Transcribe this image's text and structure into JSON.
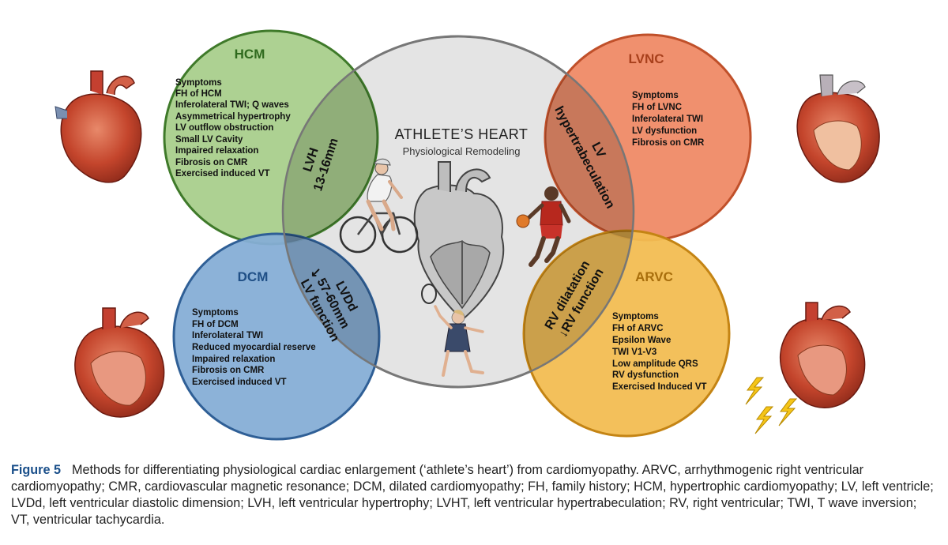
{
  "diagram": {
    "center": {
      "title": "ATHLETE’S HEART",
      "subtitle": "Physiological Remodeling"
    },
    "hcm": {
      "title": "HCM",
      "items": [
        "Symptoms",
        "FH of HCM",
        "Inferolateral TWI; Q waves",
        "Asymmetrical hypertrophy",
        "LV outflow obstruction",
        "Small  LV Cavity",
        "Impaired relaxation",
        "Fibrosis on CMR",
        "Exercised induced VT"
      ],
      "overlap": [
        "LVH",
        "13-16mm"
      ]
    },
    "lvnc": {
      "title": "LVNC",
      "items": [
        "Symptoms",
        "FH of LVNC",
        "Inferolateral TWI",
        "LV dysfunction",
        "Fibrosis on CMR"
      ],
      "overlap": [
        "LV",
        "hypertrabeculation"
      ]
    },
    "dcm": {
      "title": "DCM",
      "items": [
        "Symptoms",
        "FH of DCM",
        "Inferolateral TWI",
        "Reduced myocardial reserve",
        "Impaired relaxation",
        "Fibrosis on CMR",
        "Exercised induced VT"
      ],
      "overlap": [
        "LVDd",
        "57-60mm",
        "LV function"
      ],
      "overlap_arrow": "↙"
    },
    "arvc": {
      "title": "ARVC",
      "items": [
        "Symptoms",
        "FH of ARVC",
        "Epsilon Wave",
        "TWI V1-V3",
        "Low amplitude QRS",
        "RV dysfunction",
        "Exercised Induced VT"
      ],
      "overlap": [
        "RV dilatation",
        "↓RV function"
      ]
    },
    "colors": {
      "hcm_fill": "#a9cf8c",
      "hcm_stroke": "#3f7a2a",
      "hcm_title": "#2f6a1e",
      "lvnc_fill": "#ef8a66",
      "lvnc_stroke": "#c0502a",
      "lvnc_title": "#a8401c",
      "dcm_fill": "#86aed6",
      "dcm_stroke": "#2f5f96",
      "dcm_title": "#1f4f86",
      "arvc_fill": "#f2bd52",
      "arvc_stroke": "#c48414",
      "arvc_title": "#a86e0c",
      "center_fill": "#e4e4e4",
      "center_stroke": "#777777"
    },
    "icons": [
      "heart-illustration-icon",
      "cyclist-icon",
      "basketball-player-icon",
      "tennis-player-icon",
      "lightning-bolt-icon"
    ]
  },
  "caption": {
    "label": "Figure 5",
    "text": "Methods for differentiating physiological cardiac enlargement (‘athlete’s heart’) from cardiomyopathy. ARVC, arrhythmogenic right ventricular cardiomyopathy; CMR, cardiovascular magnetic resonance; DCM, dilated cardiomyopathy; FH, family history; HCM, hypertrophic cardiomyopathy; LV, left ventricle; LVDd, left ventricular diastolic dimension; LVH, left ventricular hypertrophy; LVHT, left ventricular hypertrabeculation; RV, right ventricular; TWI, T wave inversion; VT, ventricular tachycardia."
  }
}
